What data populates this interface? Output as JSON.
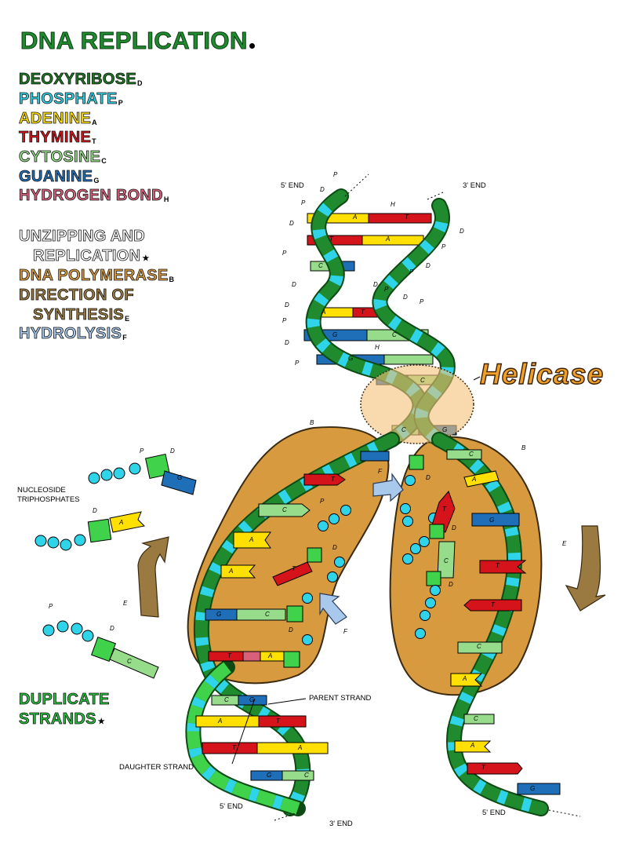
{
  "title": "DNA REPLICATION",
  "legend": [
    {
      "label": "DEOXYRIBOSE",
      "key": "D",
      "color": "#1a7a22"
    },
    {
      "label": "PHOSPHATE",
      "key": "P",
      "color": "#2fd4e8"
    },
    {
      "label": "ADENINE",
      "key": "A",
      "color": "#ffe000"
    },
    {
      "label": "THYMINE",
      "key": "T",
      "color": "#d4141a"
    },
    {
      "label": "CYTOSINE",
      "key": "C",
      "color": "#96dc8a"
    },
    {
      "label": "GUANINE",
      "key": "G",
      "color": "#1f6fb8"
    },
    {
      "label": "HYDROGEN BOND",
      "key": "H",
      "color": "#d8607a"
    }
  ],
  "process_legend": [
    {
      "label_line1": "UNZIPPING AND",
      "label_line2": "REPLICATION",
      "key": "★",
      "color": "#ffffff"
    },
    {
      "label_line1": "DNA POLYMERASE",
      "key": "B",
      "color": "#d89a3e"
    },
    {
      "label_line1": "DIRECTION OF",
      "label_line2": "SYNTHESIS",
      "key": "E",
      "color": "#9a7a40"
    },
    {
      "label_line1": "HYDROLYSIS",
      "key": "F",
      "color": "#a8c8ec"
    }
  ],
  "duplicate": {
    "line1": "DUPLICATE",
    "line2": "STRANDS",
    "key": "★",
    "color": "#23c23a"
  },
  "helicase": "Helicase",
  "labels": {
    "five_end": "5' END",
    "three_end": "3' END",
    "nucleoside_1": "NUCLEOSIDE",
    "nucleoside_2": "TRIPHOSPHATES",
    "parent_strand": "PARENT STRAND",
    "daughter_strand": "DAUGHTER STRAND"
  },
  "markers": {
    "p": "P",
    "d": "D",
    "h": "H",
    "b": "B",
    "e": "E",
    "f": "F",
    "a": "A",
    "t": "T",
    "c": "C",
    "g": "G"
  }
}
